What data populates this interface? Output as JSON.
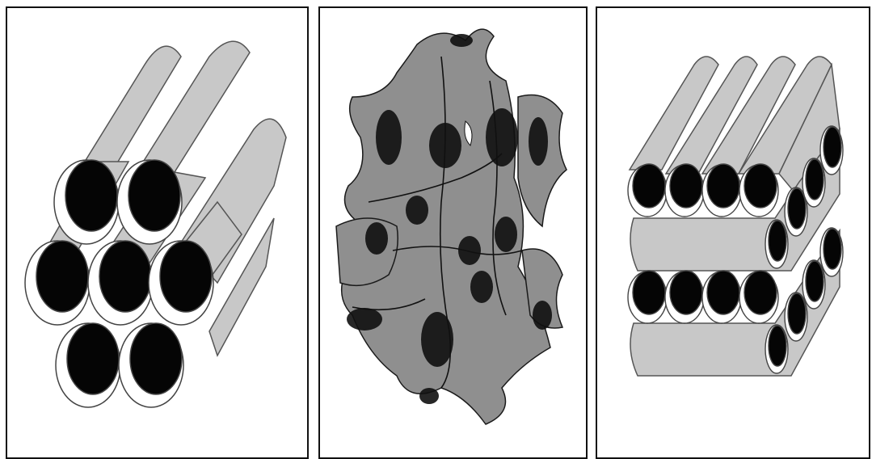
{
  "figure": {
    "panels": [
      {
        "id": "hexagonal-cylinder-packing",
        "shape": "hexagonal-cylinders"
      },
      {
        "id": "bicontinuous-gyroid",
        "shape": "gyroid-surface"
      },
      {
        "id": "layered-cylinder-stack",
        "shape": "stacked-cylinder-layers"
      }
    ],
    "colors": {
      "tube_fill": "#c8c8c8",
      "tube_stroke": "#555555",
      "hole_fill": "#050505",
      "rim_fill": "#ffffff",
      "gyroid_fill": "#8f8f8f",
      "gyroid_stroke": "#1a1a1a",
      "panel_border": "#111111"
    }
  }
}
